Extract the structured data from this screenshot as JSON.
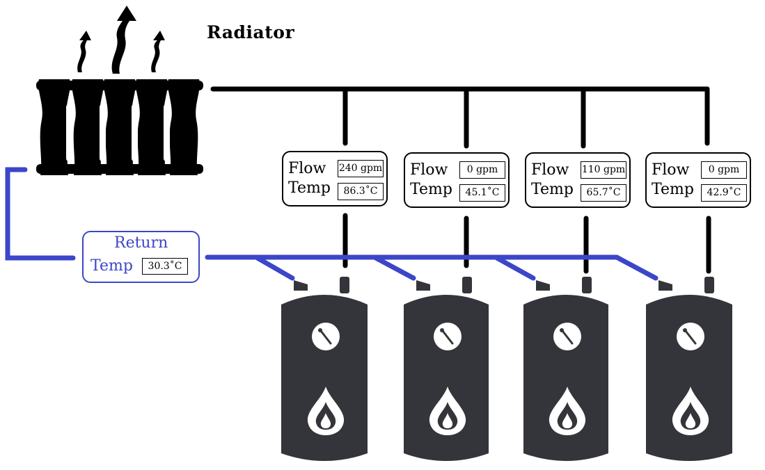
{
  "diagram": {
    "title": "Radiator",
    "return": {
      "label": "Return",
      "temp_label": "Temp",
      "temp_value": "30.3˚C"
    },
    "heaters": [
      {
        "flow_label": "Flow",
        "temp_label": "Temp",
        "flow_value": "240 gpm",
        "temp_value": "86.3˚C"
      },
      {
        "flow_label": "Flow",
        "temp_label": "Temp",
        "flow_value": "0 gpm",
        "temp_value": "45.1˚C"
      },
      {
        "flow_label": "Flow",
        "temp_label": "Temp",
        "flow_value": "110 gpm",
        "temp_value": "65.7˚C"
      },
      {
        "flow_label": "Flow",
        "temp_label": "Temp",
        "flow_value": "0 gpm",
        "temp_value": "42.9˚C"
      }
    ],
    "colors": {
      "supply_pipe": "#000000",
      "return_pipe": "#3c46c8",
      "heater_body": "#34353b"
    },
    "icons": [
      "radiator-icon",
      "heat-wave-icon",
      "pressure-gauge-icon",
      "flame-icon"
    ]
  }
}
